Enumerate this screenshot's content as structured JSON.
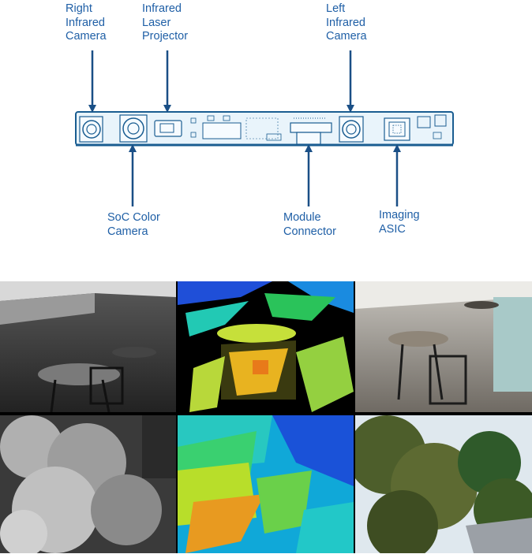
{
  "labels": {
    "right_ir_camera": "Right\nInfrared\nCamera",
    "ir_laser_projector": "Infrared\nLaser\nProjector",
    "left_ir_camera": "Left\nInfrared\nCamera",
    "soc_color_camera": "SoC Color\nCamera",
    "module_connector": "Module\nConnector",
    "imaging_asic": "Imaging\nASIC"
  },
  "colors": {
    "label": "#1f5fa6",
    "arrow": "#1a4f86",
    "board_fill": "#e9f4fb",
    "board_line": "#1a5d91"
  },
  "image_grid": {
    "rows": [
      {
        "scene": "balcony-table-chairs",
        "panels": [
          "infrared-grayscale",
          "depth-colormap",
          "color-photo"
        ]
      },
      {
        "scene": "tree-foliage",
        "panels": [
          "infrared-grayscale",
          "depth-colormap",
          "color-photo"
        ]
      }
    ]
  }
}
